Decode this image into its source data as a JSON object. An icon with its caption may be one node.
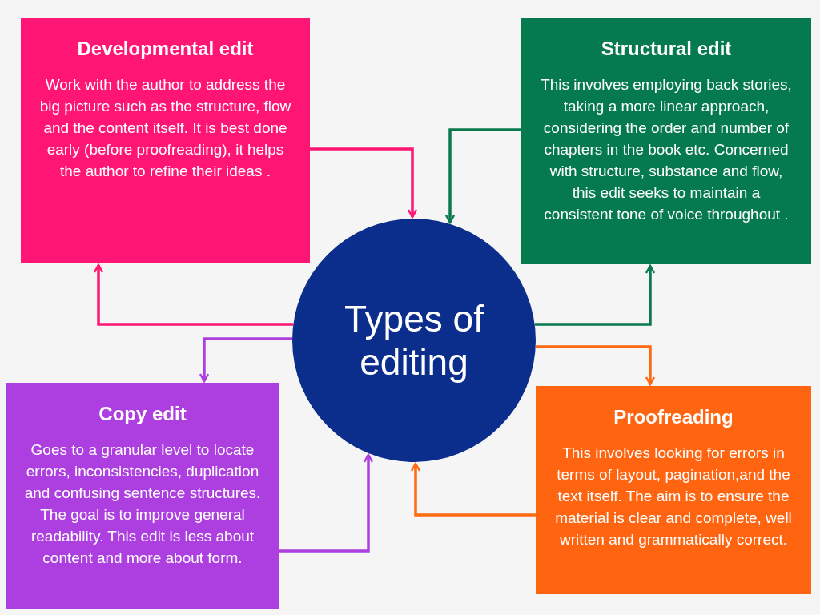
{
  "diagram": {
    "nodes": [
      {
        "text": [
          "Developmental edit",
          "Work with the author to address the big picture such as the structure, flow and the content itself. It is best done early (before proofreading), it helps the author to refine their ideas ."
        ]
      },
      {
        "text": [
          "Structural edit",
          "This involves employing back stories, taking a more linear approach, considering the order and number of chapters in the book etc. Concerned with structure, substance and flow, this edit seeks to maintain a consistent tone of voice throughout ."
        ]
      },
      {
        "text": [
          "Types of editing"
        ]
      },
      {
        "text": [
          "Copy edit",
          "Goes to a granular level to locate errors, inconsistencies, duplication and confusing sentence structures. The goal is to improve general readability. This edit is less about content and more about form."
        ]
      },
      {
        "text": [
          "Proofreading",
          "This involves looking for errors in terms of layout, pagination,and the text itself. The aim is to ensure the material is clear and complete, well written and grammatically correct."
        ]
      }
    ],
    "edges": [
      {
        "from": 0,
        "to": 2,
        "arrow": "to",
        "color": "#ff1574"
      },
      {
        "from": 2,
        "to": 0,
        "arrow": "to",
        "color": "#ff1574"
      },
      {
        "from": 1,
        "to": 2,
        "arrow": "to",
        "color": "#0a7a4e"
      },
      {
        "from": 2,
        "to": 1,
        "arrow": "to",
        "color": "#0a7a4e"
      },
      {
        "from": 2,
        "to": 4,
        "arrow": "to",
        "color": "#ff6a13"
      },
      {
        "from": 4,
        "to": 2,
        "arrow": "to",
        "color": "#ff6a13"
      },
      {
        "from": 2,
        "to": 3,
        "arrow": "to",
        "color": "#ad3fe0"
      },
      {
        "from": 3,
        "to": 2,
        "arrow": "to",
        "color": "#ad3fe0"
      }
    ]
  }
}
